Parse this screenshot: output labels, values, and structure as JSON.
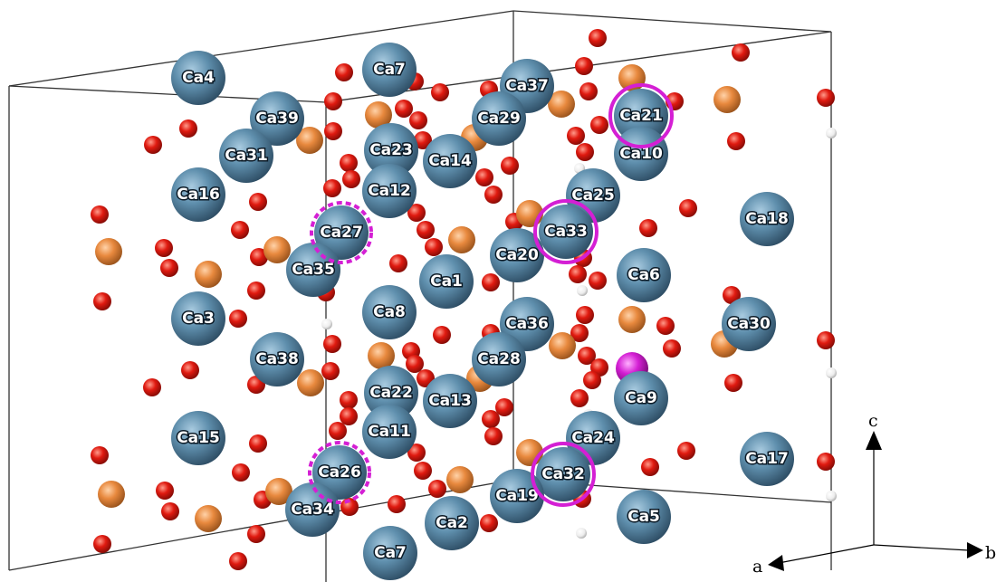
{
  "colors": {
    "ca": "#5b8aa8",
    "o": "#e01a10",
    "orange": "#e8893e",
    "white": "#f2f2f2",
    "magenta": "#d41fd4",
    "box": "#333333"
  },
  "ca_atoms": [
    {
      "label": "Ca4"
    },
    {
      "label": "Ca7"
    },
    {
      "label": "Ca37"
    },
    {
      "label": "Ca21"
    },
    {
      "label": "Ca39"
    },
    {
      "label": "Ca29"
    },
    {
      "label": "Ca31"
    },
    {
      "label": "Ca23"
    },
    {
      "label": "Ca14"
    },
    {
      "label": "Ca10"
    },
    {
      "label": "Ca16"
    },
    {
      "label": "Ca12"
    },
    {
      "label": "Ca25"
    },
    {
      "label": "Ca18"
    },
    {
      "label": "Ca27"
    },
    {
      "label": "Ca33"
    },
    {
      "label": "Ca35"
    },
    {
      "label": "Ca20"
    },
    {
      "label": "Ca1"
    },
    {
      "label": "Ca6"
    },
    {
      "label": "Ca3"
    },
    {
      "label": "Ca8"
    },
    {
      "label": "Ca36"
    },
    {
      "label": "Ca30"
    },
    {
      "label": "Ca38"
    },
    {
      "label": "Ca28"
    },
    {
      "label": "Ca22"
    },
    {
      "label": "Ca13"
    },
    {
      "label": "Ca9"
    },
    {
      "label": "Ca15"
    },
    {
      "label": "Ca11"
    },
    {
      "label": "Ca24"
    },
    {
      "label": "Ca26"
    },
    {
      "label": "Ca32"
    },
    {
      "label": "Ca17"
    },
    {
      "label": "Ca34"
    },
    {
      "label": "Ca19"
    },
    {
      "label": "Ca2"
    },
    {
      "label": "Ca5"
    },
    {
      "label": "Ca7"
    }
  ],
  "highlights": [
    {
      "target": "Ca21",
      "style": "solid"
    },
    {
      "target": "Ca33",
      "style": "solid"
    },
    {
      "target": "Ca32",
      "style": "solid"
    },
    {
      "target": "Ca27",
      "style": "dashed"
    },
    {
      "target": "Ca26",
      "style": "dashed"
    }
  ],
  "axes": {
    "c": "c",
    "a": "a",
    "b": "b"
  }
}
